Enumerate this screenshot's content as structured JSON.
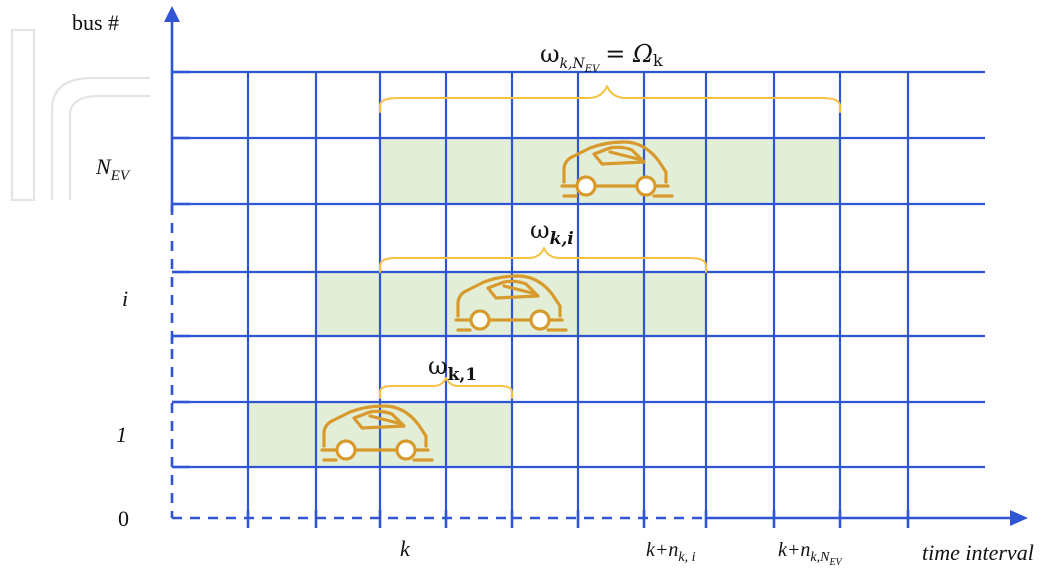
{
  "axes": {
    "y_label": "bus #",
    "x_label": "time interval",
    "origin_label": "0"
  },
  "rows": {
    "row_1": "1",
    "row_i": "i",
    "row_nev_main": "N",
    "row_nev_sub": "EV"
  },
  "x_ticks": {
    "k": "k",
    "k_plus_nki_main": "k+n",
    "k_plus_nki_sub": "k, i",
    "k_plus_nknev_main": "k+n",
    "k_plus_nknev_sub": "k,N",
    "k_plus_nknev_subsub": "EV"
  },
  "braces": {
    "omega_k1_main": "ω",
    "omega_k1_sub": "k,1",
    "omega_ki_main": "ω",
    "omega_ki_sub": "k,i",
    "omega_knev_main": "ω",
    "omega_knev_sub": "k,N",
    "omega_knev_subsub": "EV",
    "omega_knev_eq": "= Ω",
    "omega_knev_eq_sub": "k"
  },
  "icons": [
    "car-icon",
    "car-icon",
    "car-icon"
  ],
  "colors": {
    "grid": "#2f55d4",
    "occupied_cell": "#e2eed8",
    "brace": "#f5c242",
    "car": "#d89a2c"
  }
}
